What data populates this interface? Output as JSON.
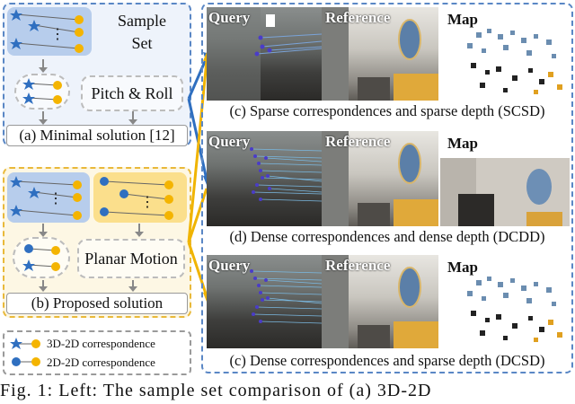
{
  "left": {
    "minimal": {
      "sample_set": "Sample\nSet",
      "sample_set_line1": "Sample",
      "sample_set_line2": "Set",
      "module": "Pitch & Roll",
      "label": "(a) Minimal solution [12]",
      "dots": "⋮"
    },
    "proposed": {
      "module": "Planar Motion",
      "label": "(b) Proposed solution",
      "dots": "⋮"
    },
    "legend": {
      "item1": "3D-2D correspondence",
      "item2": "2D-2D correspondence"
    }
  },
  "right": {
    "labels": {
      "query": "Query",
      "reference": "Reference",
      "map": "Map"
    },
    "captions": {
      "c": "(c) Sparse correspondences and sparse depth (SCSD)",
      "d": "(d) Dense correspondences and dense depth (DCDD)",
      "e": "(c) Dense correspondences and sparse depth (DCSD)"
    }
  },
  "bottom_caption": "Fig. 1: Left: The sample set comparison of (a) 3D-2D",
  "colors": {
    "blue_border": "#5a87c5",
    "yellow_border": "#e9b93a",
    "star_blue": "#2f6fc0",
    "dot_yellow": "#f4b400",
    "arrow_blue": "#2f6fc0",
    "arrow_yellow": "#f0b400"
  }
}
